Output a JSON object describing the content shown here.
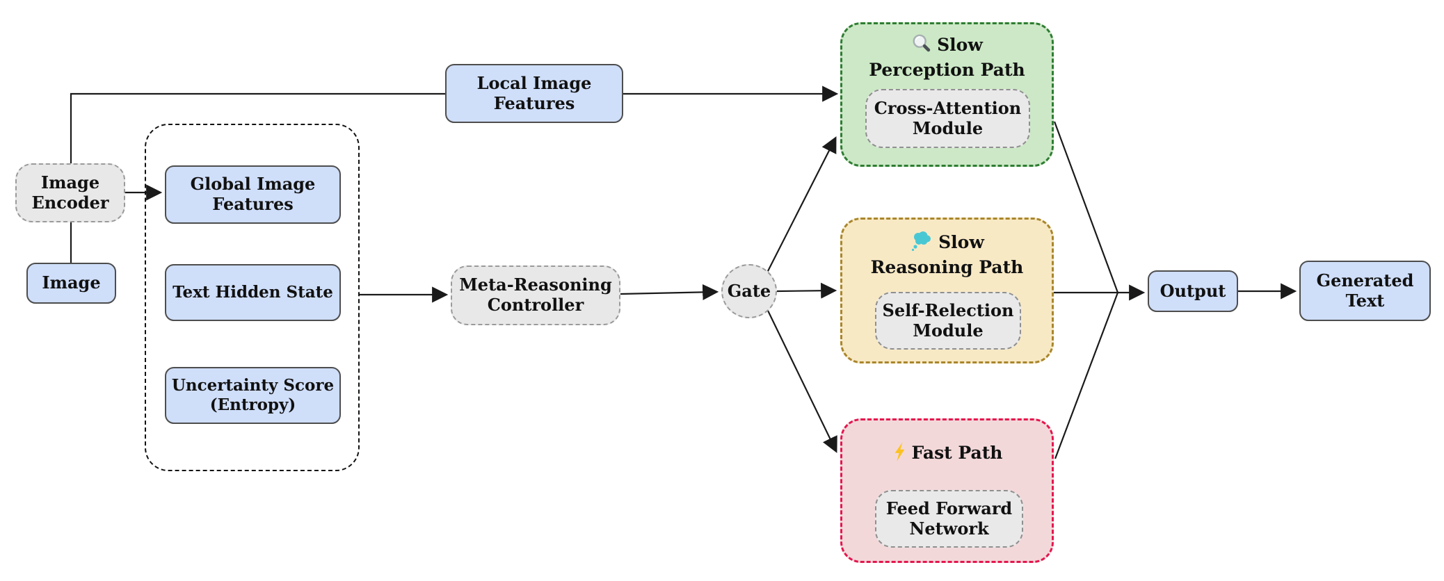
{
  "diagram_type": "flowchart",
  "nodes": {
    "image": "Image",
    "image_encoder": "Image Encoder",
    "local_image_features": "Local Image Features",
    "global_image_features": "Global Image Features",
    "text_hidden_state": "Text Hidden State",
    "uncertainty_score": "Uncertainty Score (Entropy)",
    "meta_controller": "Meta-Reasoning Controller",
    "gate": "Gate",
    "slow_perception_title": "Slow Perception Path",
    "cross_attention_module": "Cross-Attention Module",
    "slow_reasoning_title": "Slow Reasoning Path",
    "self_reflection_module": "Self-Relection Module",
    "fast_path_title": "Fast Path",
    "feed_forward_module": "Feed Forward Network",
    "output": "Output",
    "generated_text": "Generated Text"
  },
  "icons": {
    "slow_perception": "magnifier-icon",
    "slow_reasoning": "thought-balloon-icon",
    "fast_path": "lightning-icon"
  },
  "edges": [
    {
      "from": "Image",
      "to": "Image Encoder",
      "arrow": false
    },
    {
      "from": "Image Encoder",
      "to": "Global Image Features",
      "arrow": true
    },
    {
      "from": "Image Encoder",
      "to": "Slow Perception Path",
      "via": "Local Image Features",
      "arrow": true
    },
    {
      "from": "Feature Group",
      "to": "Meta-Reasoning Controller",
      "arrow": true
    },
    {
      "from": "Meta-Reasoning Controller",
      "to": "Gate",
      "arrow": true
    },
    {
      "from": "Gate",
      "to": "Slow Perception Path",
      "arrow": true
    },
    {
      "from": "Gate",
      "to": "Slow Reasoning Path",
      "arrow": true
    },
    {
      "from": "Gate",
      "to": "Fast Path",
      "arrow": true
    },
    {
      "from": "Slow Perception Path",
      "to": "Output",
      "arrow": true
    },
    {
      "from": "Slow Reasoning Path",
      "to": "Output",
      "arrow": true
    },
    {
      "from": "Fast Path",
      "to": "Output",
      "arrow": true
    },
    {
      "from": "Output",
      "to": "Generated Text",
      "arrow": true
    }
  ],
  "colors": {
    "node_blue_fill": "#cfdef9",
    "node_blue_border": "#4d4d4d",
    "node_gray_fill": "#e8e8e8",
    "node_gray_border": "#9a9a9a",
    "group_border": "#111111",
    "perception_fill": "#cce8c6",
    "perception_border": "#2e7d32",
    "reasoning_fill": "#f8e9c5",
    "reasoning_border": "#a9862c",
    "fast_fill": "#f3d8da",
    "fast_border": "#e4164e",
    "edge_color": "#1a1a1a",
    "thought_icon_color": "#49c8d4",
    "lightning_icon_color": "#fcc21f"
  }
}
